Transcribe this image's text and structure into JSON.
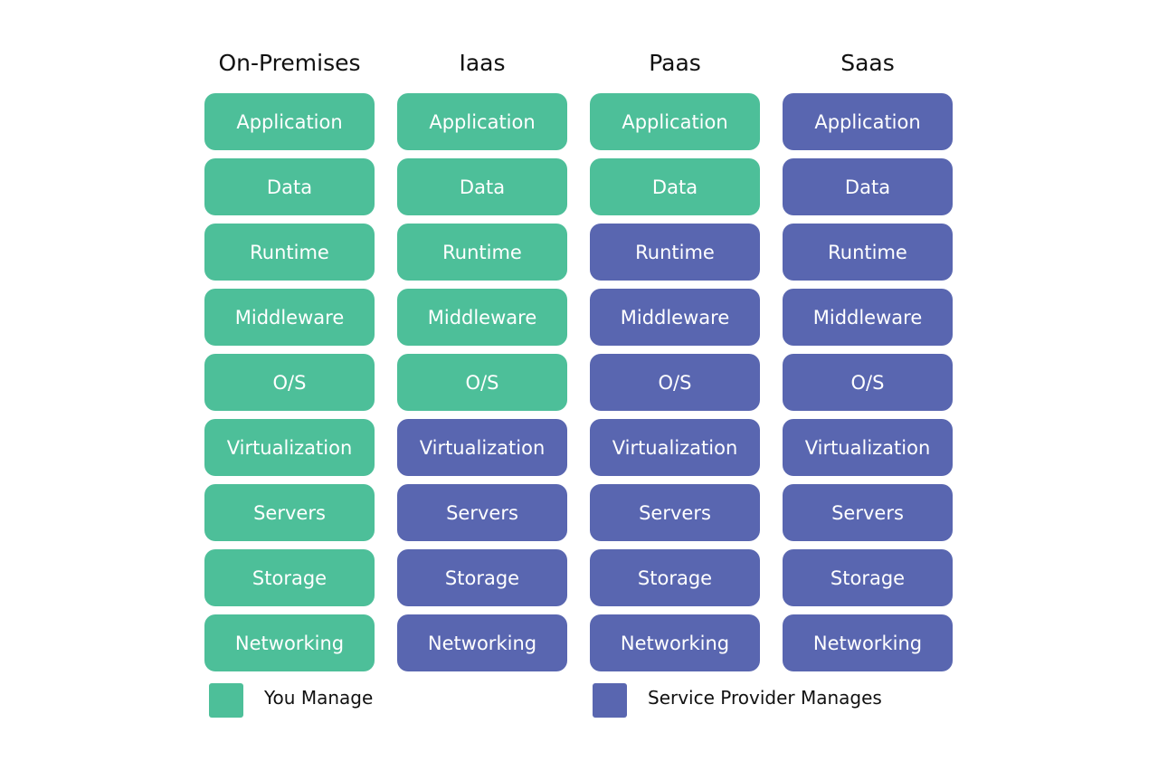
{
  "colors": {
    "you_manage": "#4dbf99",
    "provider_manages": "#5966b0"
  },
  "columns": [
    {
      "title": "On-Premises",
      "layers": [
        {
          "label": "Application",
          "managed_by": "you"
        },
        {
          "label": "Data",
          "managed_by": "you"
        },
        {
          "label": "Runtime",
          "managed_by": "you"
        },
        {
          "label": "Middleware",
          "managed_by": "you"
        },
        {
          "label": "O/S",
          "managed_by": "you"
        },
        {
          "label": "Virtualization",
          "managed_by": "you"
        },
        {
          "label": "Servers",
          "managed_by": "you"
        },
        {
          "label": "Storage",
          "managed_by": "you"
        },
        {
          "label": "Networking",
          "managed_by": "you"
        }
      ]
    },
    {
      "title": "Iaas",
      "layers": [
        {
          "label": "Application",
          "managed_by": "you"
        },
        {
          "label": "Data",
          "managed_by": "you"
        },
        {
          "label": "Runtime",
          "managed_by": "you"
        },
        {
          "label": "Middleware",
          "managed_by": "you"
        },
        {
          "label": "O/S",
          "managed_by": "you"
        },
        {
          "label": "Virtualization",
          "managed_by": "provider"
        },
        {
          "label": "Servers",
          "managed_by": "provider"
        },
        {
          "label": "Storage",
          "managed_by": "provider"
        },
        {
          "label": "Networking",
          "managed_by": "provider"
        }
      ]
    },
    {
      "title": "Paas",
      "layers": [
        {
          "label": "Application",
          "managed_by": "you"
        },
        {
          "label": "Data",
          "managed_by": "you"
        },
        {
          "label": "Runtime",
          "managed_by": "provider"
        },
        {
          "label": "Middleware",
          "managed_by": "provider"
        },
        {
          "label": "O/S",
          "managed_by": "provider"
        },
        {
          "label": "Virtualization",
          "managed_by": "provider"
        },
        {
          "label": "Servers",
          "managed_by": "provider"
        },
        {
          "label": "Storage",
          "managed_by": "provider"
        },
        {
          "label": "Networking",
          "managed_by": "provider"
        }
      ]
    },
    {
      "title": "Saas",
      "layers": [
        {
          "label": "Application",
          "managed_by": "provider"
        },
        {
          "label": "Data",
          "managed_by": "provider"
        },
        {
          "label": "Runtime",
          "managed_by": "provider"
        },
        {
          "label": "Middleware",
          "managed_by": "provider"
        },
        {
          "label": "O/S",
          "managed_by": "provider"
        },
        {
          "label": "Virtualization",
          "managed_by": "provider"
        },
        {
          "label": "Servers",
          "managed_by": "provider"
        },
        {
          "label": "Storage",
          "managed_by": "provider"
        },
        {
          "label": "Networking",
          "managed_by": "provider"
        }
      ]
    }
  ],
  "legend": {
    "you_manage": "You Manage",
    "provider_manages": "Service Provider Manages"
  }
}
